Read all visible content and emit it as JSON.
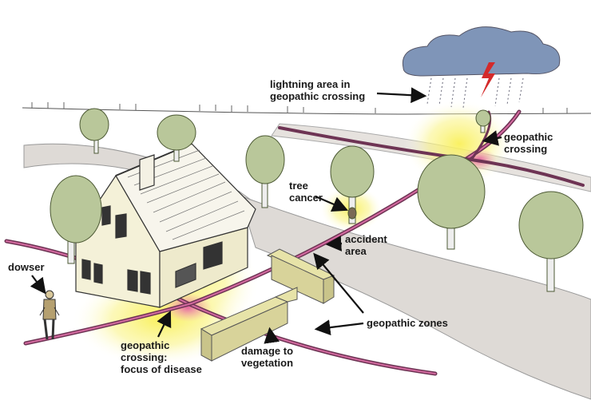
{
  "labels": {
    "lightning": "lightning area in\ngeopathic crossing",
    "geo_crossing_top": "geopathic\ncrossing",
    "tree_cancer": "tree\ncancer",
    "accident_area": "accident\narea",
    "dowser": "dowser",
    "geopathic_zones": "geopathic zones",
    "geo_crossing_disease": "geopathic\ncrossing:\nfocus of disease",
    "damage_vegetation": "damage to\nvegetation"
  },
  "colors": {
    "zone_line": "#7a3a5a",
    "glow": "#f7ef6a",
    "hotspot": "#e86aa8",
    "cloud": "#7f95b8",
    "lightning": "#d42a2a",
    "tree": "#b9c79a",
    "road": "#ddd9d4",
    "house_wall": "#f4f1d8"
  }
}
